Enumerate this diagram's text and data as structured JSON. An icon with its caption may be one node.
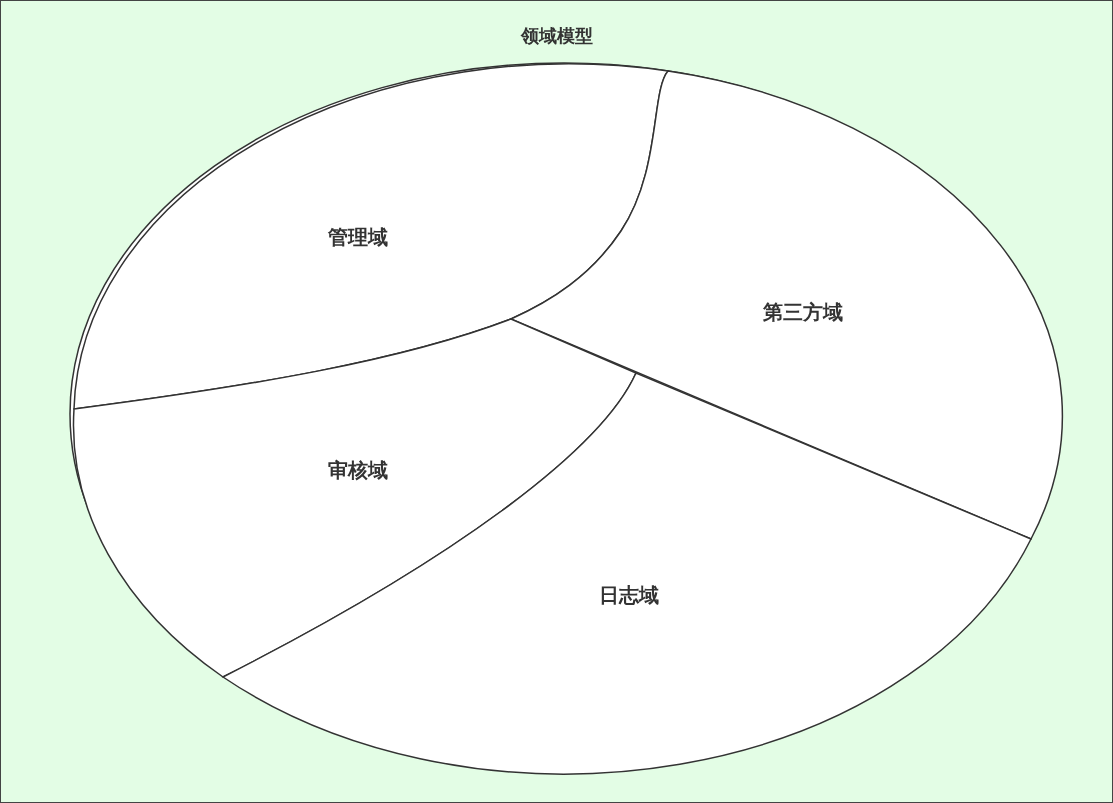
{
  "diagram": {
    "nodes": [
      {
        "text": [
          "领域模型"
        ]
      },
      {
        "text": [],
        "shape": "ellipse",
        "in": 0
      },
      {
        "text": [
          "管理域"
        ],
        "in": 1
      },
      {
        "text": [
          "第三方域"
        ],
        "in": 1
      },
      {
        "text": [
          "审核域"
        ],
        "in": 1
      },
      {
        "text": [
          "日志域"
        ],
        "in": 1
      }
    ]
  }
}
